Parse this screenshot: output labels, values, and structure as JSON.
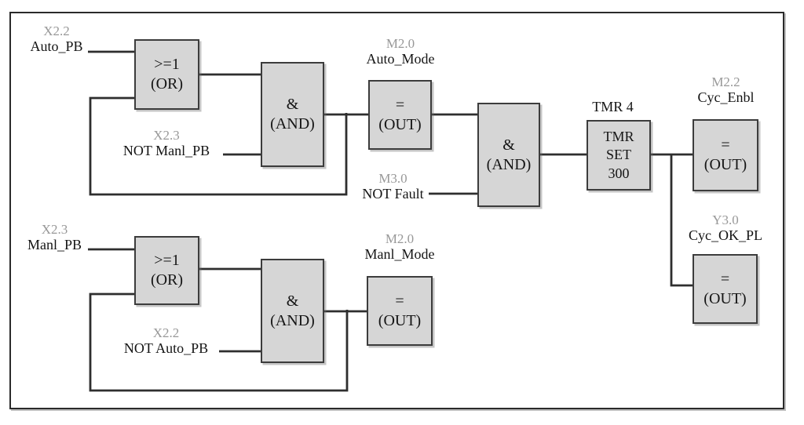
{
  "colors": {
    "block_fill": "#d6d6d6",
    "block_border": "#3c3c3c",
    "wire": "#2e2e2e",
    "address_text": "#989898",
    "name_text": "#141414",
    "canvas_border": "#2a2a2a"
  },
  "labels": {
    "auto_pb": {
      "address": "X2.2",
      "name": "Auto_PB"
    },
    "not_manl_pb": {
      "address": "X2.3",
      "name": "NOT Manl_PB"
    },
    "auto_mode": {
      "address": "M2.0",
      "name": "Auto_Mode"
    },
    "not_fault": {
      "address": "M3.0",
      "name": "NOT Fault"
    },
    "timer_title": "TMR 4",
    "cyc_enbl": {
      "address": "M2.2",
      "name": "Cyc_Enbl"
    },
    "cyc_ok_pl": {
      "address": "Y3.0",
      "name": "Cyc_OK_PL"
    },
    "manl_pb": {
      "address": "X2.3",
      "name": "Manl_PB"
    },
    "not_auto_pb": {
      "address": "X2.2",
      "name": "NOT Auto_PB"
    },
    "manl_mode": {
      "address": "M2.0",
      "name": "Manl_Mode"
    }
  },
  "blocks": {
    "or_gate": {
      "line1": ">=1",
      "line2": "(OR)"
    },
    "and_gate": {
      "line1": "&",
      "line2": "(AND)"
    },
    "out_coil": {
      "line1": "=",
      "line2": "(OUT)"
    },
    "timer": {
      "line1": "TMR",
      "line2": "SET",
      "line3": "300"
    }
  }
}
